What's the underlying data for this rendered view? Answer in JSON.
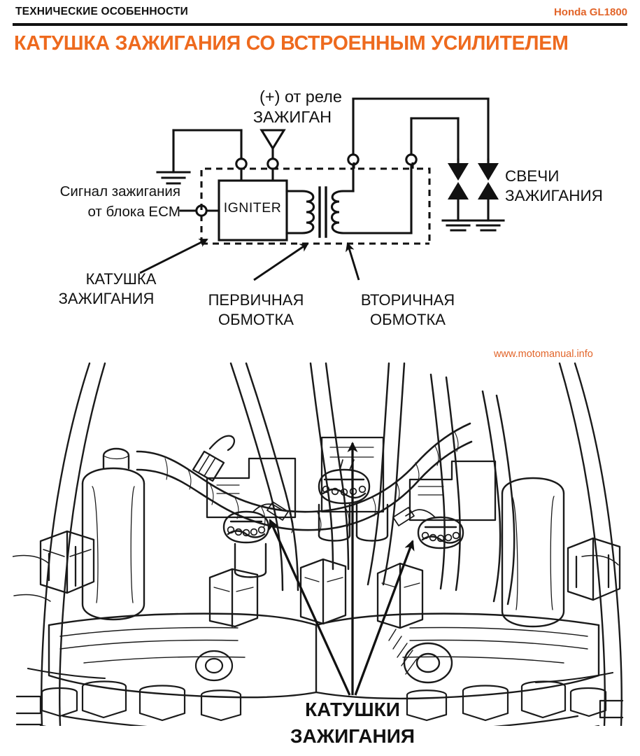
{
  "header": {
    "section": "ТЕХНИЧЕСКИЕ ОСОБЕННОСТИ",
    "model": "Honda GL1800",
    "title": "КАТУШКА ЗАЖИГАНИЯ СО ВСТРОЕННЫМ УСИЛИТЕЛЕМ",
    "rule_color": "#111111",
    "accent_color": "#EE6A1E"
  },
  "schematic": {
    "igniter_box_label": "IGNITER",
    "supply_label_line1": "(+) от реле",
    "supply_label_line2": "ЗАЖИГАН",
    "ecm_label_line1": "Сигнал зажигания",
    "ecm_label_line2": "от блока ECM",
    "coil_label_line1": "КАТУШКА",
    "coil_label_line2": "ЗАЖИГАНИЯ",
    "primary_label_line1": "ПЕРВИЧНАЯ",
    "primary_label_line2": "ОБМОТКА",
    "secondary_label_line1": "ВТОРИЧНАЯ",
    "secondary_label_line2": "ОБМОТКА",
    "plugs_label_line1": "СВЕЧИ",
    "plugs_label_line2": "ЗАЖИГАНИЯ",
    "line_color": "#111111",
    "dash_pattern": "9,7"
  },
  "photo": {
    "caption_line1": "КАТУШКИ",
    "caption_line2": "ЗАЖИГАНИЯ",
    "watermark": "www.motomanual.info",
    "watermark_color": "#E2652A",
    "arrow_count": 3,
    "line_color": "#1a1a1a"
  }
}
